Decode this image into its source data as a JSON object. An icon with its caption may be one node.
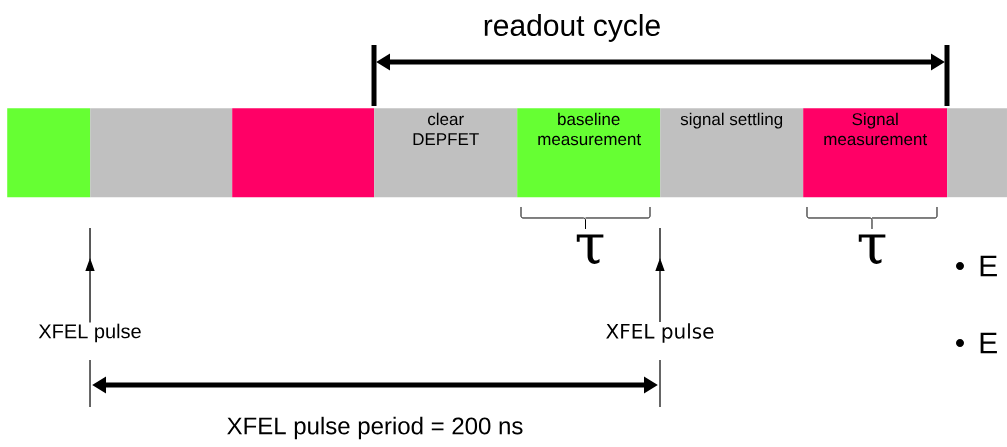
{
  "diagram": {
    "nodes": [
      {
        "text": [],
        "shape": "bar"
      },
      {
        "text": [],
        "shape": "bar"
      },
      {
        "text": [],
        "shape": "bar"
      },
      {
        "text": [
          "clear DEPFET"
        ]
      },
      {
        "text": [
          "baseline measurement"
        ]
      },
      {
        "text": [
          "signal settling"
        ]
      },
      {
        "text": [
          "Signal measurement"
        ]
      },
      {
        "text": [],
        "shape": "bar"
      },
      {
        "text": [
          "XFEL pulse"
        ]
      },
      {
        "text": [
          "XFEL pulse"
        ]
      }
    ],
    "edges": [
      {
        "from": 8,
        "to": null,
        "arrow": "to"
      },
      {
        "from": 9,
        "to": null,
        "arrow": "to"
      }
    ],
    "labels": [
      "readout cycle",
      "τ",
      "τ",
      "E",
      "E",
      "XFEL pulse period = 200 ns"
    ]
  }
}
